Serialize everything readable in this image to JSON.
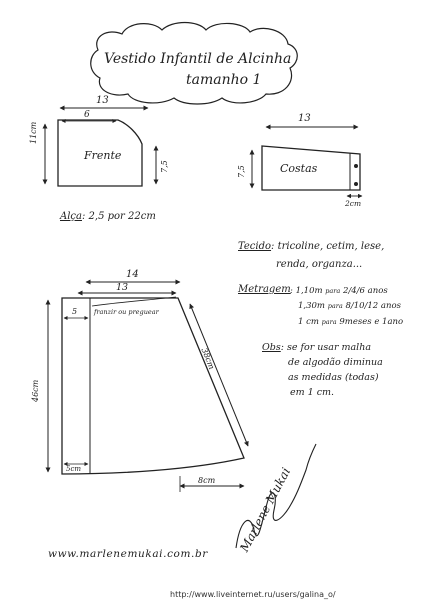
{
  "title": {
    "line1": "Vestido Infantil de Alcinha",
    "line2": "tamanho 1"
  },
  "front_piece": {
    "label": "Frente",
    "width": "13",
    "neck_width": "6",
    "left_height": "11cm",
    "right_height": "7,5"
  },
  "back_piece": {
    "label": "Costas",
    "width": "13",
    "left_height": "7,5",
    "right_width": "2cm"
  },
  "strap": {
    "label": "Alça",
    "text": ": 2,5 por 22cm"
  },
  "skirt_piece": {
    "top_width_outer": "14",
    "top_width_inner": "13",
    "left_margin": "5",
    "ruffle_note": "franzir ou preguear",
    "height": "46cm",
    "diagonal": "38cm",
    "bottom_left": "5cm",
    "bottom_right": "8cm"
  },
  "fabric": {
    "label": "Tecido",
    "line1": ": tricoline, cetim, lese,",
    "line2": "renda, organza..."
  },
  "yardage": {
    "label": "Metragem",
    "rows": [
      {
        "amount": ": 1,10m",
        "sep": "para",
        "sizes": "2/4/6 anos"
      },
      {
        "amount": "1,30m",
        "sep": "para",
        "sizes": "8/10/12 anos"
      },
      {
        "amount": "1 cm",
        "sep": "para",
        "sizes": "9meses e 1ano"
      }
    ]
  },
  "note": {
    "label": "Obs",
    "lines": [
      ": se for usar malha",
      "de algodão diminua",
      "as medidas (todas)",
      "em 1 cm."
    ]
  },
  "signature": "Marlene Mukai",
  "website": "www.marlenemukai.com.br",
  "source_url": "http://www.liveinternet.ru/users/galina_o/",
  "colors": {
    "ink": "#222222",
    "paper": "#ffffff"
  }
}
